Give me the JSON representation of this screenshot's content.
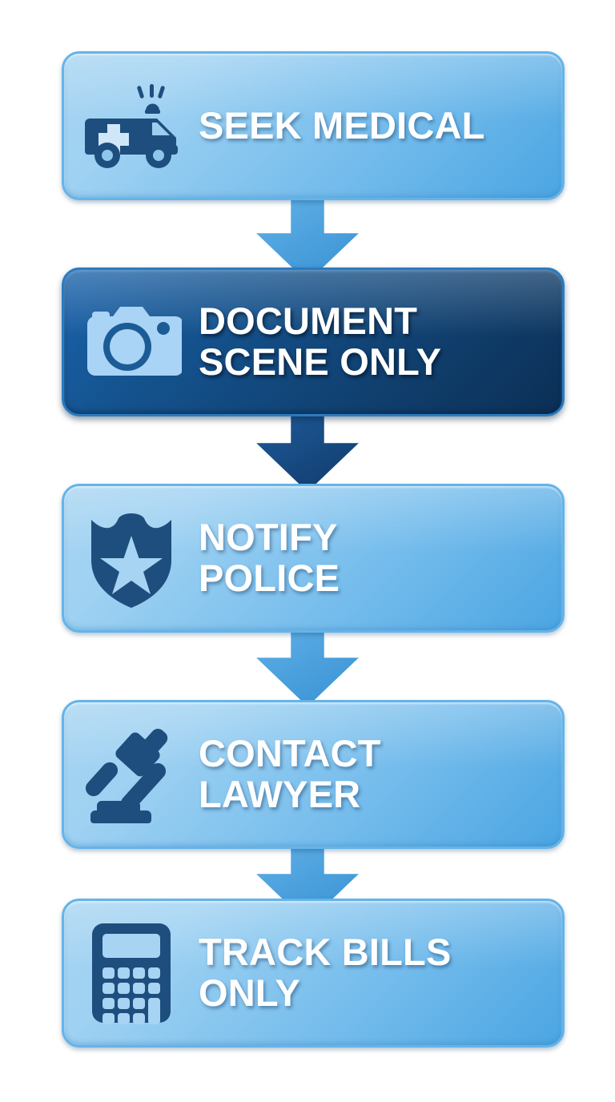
{
  "diagram": {
    "title": "Post-accident action flowchart",
    "background_color": "#ffffff",
    "orientation": "vertical top-to-bottom",
    "steps": [
      {
        "order": 1,
        "label": "SEEK MEDICAL",
        "icon": "ambulance-icon",
        "style": "light",
        "highlighted": false,
        "box_color_top": "#a8d5f2",
        "box_color_bottom": "#4ba5e2",
        "icon_color": "#1d4e7e",
        "text_color": "#ffffff"
      },
      {
        "order": 2,
        "label": "DOCUMENT\nSCENE ONLY",
        "icon": "camera-icon",
        "style": "dark",
        "highlighted": true,
        "box_color_top": "#1b63ab",
        "box_color_bottom": "#0b2f55",
        "icon_color": "#a9d4f5",
        "text_color": "#ffffff"
      },
      {
        "order": 3,
        "label": "NOTIFY\nPOLICE",
        "icon": "police-badge-icon",
        "style": "light",
        "highlighted": false,
        "box_color_top": "#a8d5f2",
        "box_color_bottom": "#4ba5e2",
        "icon_color": "#1d4e7e",
        "text_color": "#ffffff"
      },
      {
        "order": 4,
        "label": "CONTACT\nLAWYER",
        "icon": "gavel-icon",
        "style": "light",
        "highlighted": false,
        "box_color_top": "#a8d5f2",
        "box_color_bottom": "#4ba5e2",
        "icon_color": "#1d4e7e",
        "text_color": "#ffffff"
      },
      {
        "order": 5,
        "label": "TRACK BILLS\nONLY",
        "icon": "calculator-icon",
        "style": "light",
        "highlighted": false,
        "box_color_top": "#a8d5f2",
        "box_color_bottom": "#4ba5e2",
        "icon_color": "#1d4e7e",
        "text_color": "#ffffff"
      }
    ],
    "connectors": [
      {
        "from": 1,
        "to": 2,
        "shape": "down-arrow",
        "color": "#4ea3e0"
      },
      {
        "from": 2,
        "to": 3,
        "shape": "down-arrow",
        "color": "#1b4f86"
      },
      {
        "from": 3,
        "to": 4,
        "shape": "down-arrow",
        "color": "#4ea3e0"
      },
      {
        "from": 4,
        "to": 5,
        "shape": "down-arrow",
        "color": "#4ea3e0"
      }
    ]
  }
}
